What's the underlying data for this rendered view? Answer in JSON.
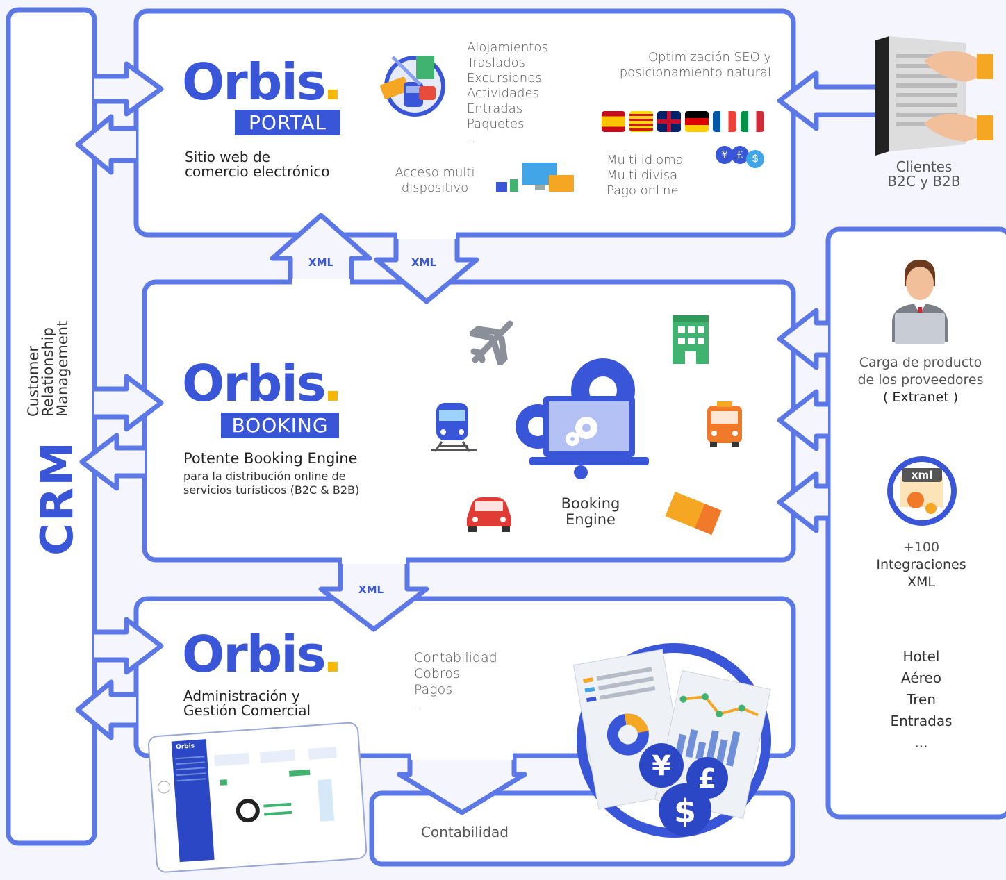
{
  "crm": {
    "title": "CRM",
    "subtitle_lines": [
      "Customer",
      "Relationship",
      "Management"
    ]
  },
  "portal": {
    "logo": "Orbis",
    "badge": "PORTAL",
    "subtitle_lines": [
      "Sitio web de",
      "comercio electrónico"
    ],
    "products": [
      "Alojamientos",
      "Traslados",
      "Excursiones",
      "Actividades",
      "Entradas",
      "Paquetes",
      "..."
    ],
    "seo_lines": [
      "Optimización SEO y",
      "posicionamiento natural"
    ],
    "device_lines": [
      "Acceso multi",
      "dispositivo"
    ],
    "features": [
      "Multi idioma",
      "Multi divisa",
      "Pago online"
    ],
    "currency_symbols": [
      "¥",
      "£",
      "$"
    ]
  },
  "booking": {
    "logo": "Orbis",
    "badge": "BOOKING",
    "title": "Potente Booking Engine",
    "desc_lines": [
      "para la distribución online de",
      "servicios turísticos (B2C & B2B)"
    ],
    "engine_lines": [
      "Booking",
      "Engine"
    ]
  },
  "admin": {
    "logo": "Orbis",
    "subtitle_lines": [
      "Administración y",
      "Gestión Comercial"
    ],
    "items": [
      "Contabilidad",
      "Cobros",
      "Pagos",
      "..."
    ],
    "currency_symbols": [
      "¥",
      "£",
      "$"
    ],
    "tablet_logo": "Orbis"
  },
  "accounting": {
    "label": "Contabilidad"
  },
  "xml_labels": [
    "XML",
    "XML",
    "XML"
  ],
  "clients": {
    "lines": [
      "Clientes",
      "B2C y B2B"
    ]
  },
  "suppliers": {
    "lines": [
      "Carga de producto",
      "de los proveedores",
      "( Extranet )"
    ],
    "xml_badge": "xml",
    "integrations_lines": [
      "+100",
      "Integraciones",
      "XML"
    ],
    "types": [
      "Hotel",
      "Aéreo",
      "Tren",
      "Entradas",
      "..."
    ]
  },
  "colors": {
    "brand_blue": "#3a56d8",
    "accent_yellow": "#f5b800",
    "frame_blue": "#5b78e6"
  }
}
